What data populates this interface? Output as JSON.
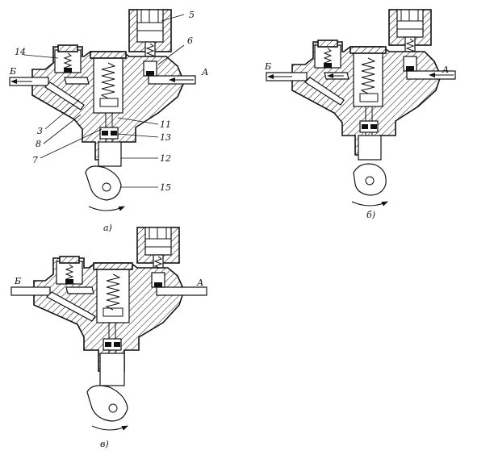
{
  "figure": {
    "views": [
      {
        "id": "a",
        "caption": "a)",
        "labels": {
          "n5": "5",
          "n6": "6",
          "n14": "14",
          "nA": "А",
          "nB": "Б",
          "n3": "3",
          "n8": "8",
          "n7": "7",
          "n11": "11",
          "n13": "13",
          "n12": "12",
          "n15": "15"
        }
      },
      {
        "id": "b",
        "caption": "б)",
        "labels": {
          "nA": "А",
          "nB": "Б"
        }
      },
      {
        "id": "v",
        "caption": "в)",
        "labels": {
          "nA": "А",
          "nB": "Б"
        }
      }
    ]
  },
  "colors": {
    "ink": "#111111",
    "paper": "#ffffff"
  }
}
